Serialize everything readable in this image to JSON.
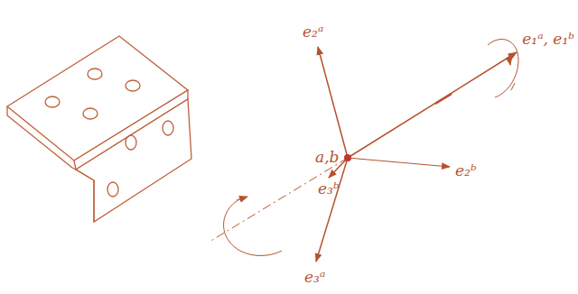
{
  "diagram": {
    "labels": [
      "e₂ᵃ",
      "e₁ᵃ, e₁ᵇ",
      "a,b",
      "e₂ᵇ",
      "e₃ᵇ",
      "e₃ᵃ"
    ]
  }
}
